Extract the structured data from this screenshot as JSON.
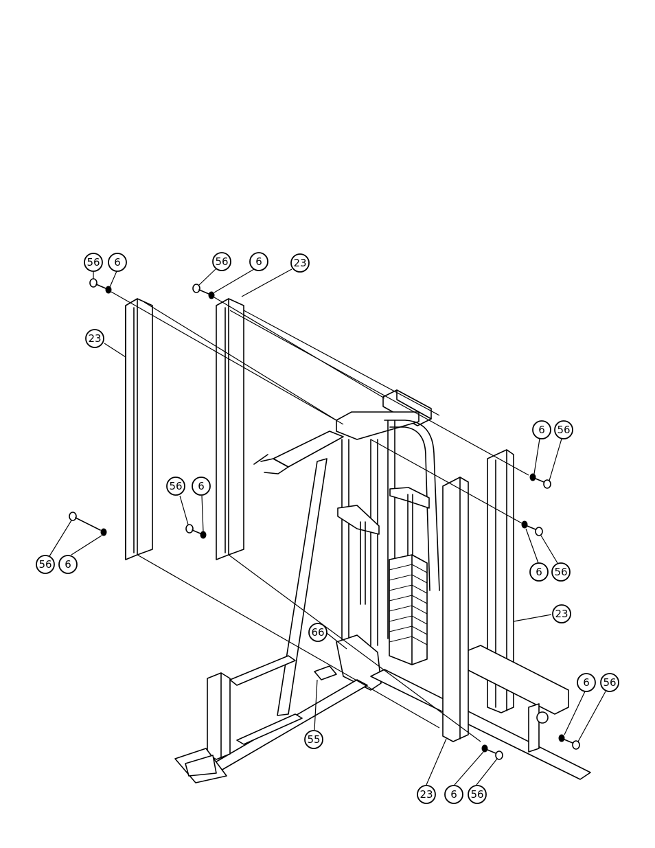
{
  "callouts": [
    {
      "id": "c1",
      "label": "56"
    },
    {
      "id": "c2",
      "label": "6"
    },
    {
      "id": "c3",
      "label": "56"
    },
    {
      "id": "c4",
      "label": "6"
    },
    {
      "id": "c5",
      "label": "23"
    },
    {
      "id": "c6",
      "label": "23"
    },
    {
      "id": "c7",
      "label": "6"
    },
    {
      "id": "c8",
      "label": "56"
    },
    {
      "id": "c9",
      "label": "56"
    },
    {
      "id": "c10",
      "label": "6"
    },
    {
      "id": "c11",
      "label": "56"
    },
    {
      "id": "c12",
      "label": "6"
    },
    {
      "id": "c13",
      "label": "6"
    },
    {
      "id": "c14",
      "label": "56"
    },
    {
      "id": "c15",
      "label": "23"
    },
    {
      "id": "c16",
      "label": "66"
    },
    {
      "id": "c17",
      "label": "6"
    },
    {
      "id": "c18",
      "label": "56"
    },
    {
      "id": "c19",
      "label": "55"
    },
    {
      "id": "c20",
      "label": "23"
    },
    {
      "id": "c21",
      "label": "6"
    },
    {
      "id": "c22",
      "label": "56"
    }
  ]
}
